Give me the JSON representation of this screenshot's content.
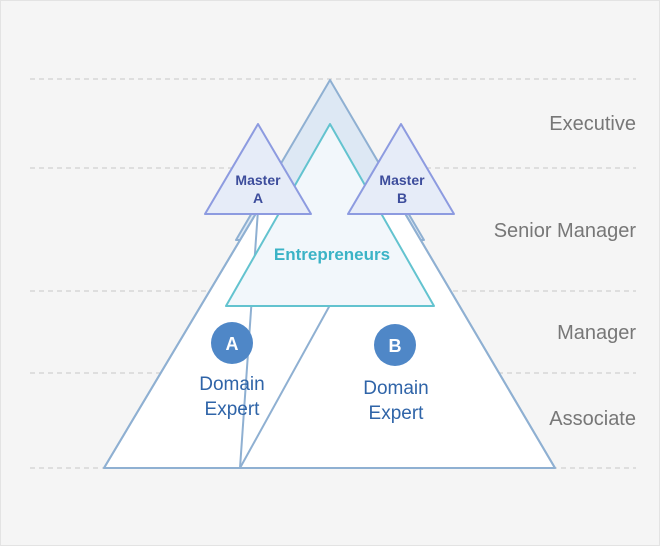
{
  "levels": [
    "Executive",
    "Senior Manager",
    "Manager",
    "Associate"
  ],
  "master_a": {
    "line1": "Master",
    "line2": "A"
  },
  "master_b": {
    "line1": "Master",
    "line2": "B"
  },
  "entrepreneurs": "Entrepreneurs",
  "expert_a": {
    "badge": "A",
    "line1": "Domain",
    "line2": "Expert"
  },
  "expert_b": {
    "badge": "B",
    "line1": "Domain",
    "line2": "Expert"
  },
  "colors": {
    "outline": "#8fb0d2",
    "entrepreneur_outline": "#63c3cf",
    "master_outline": "#8d9be0",
    "badge_fill": "#4f87c7",
    "master_text": "#3d4d9c",
    "expert_text": "#2f64a8",
    "entrepreneur_text": "#3bb3c6",
    "level_text": "#777777"
  }
}
